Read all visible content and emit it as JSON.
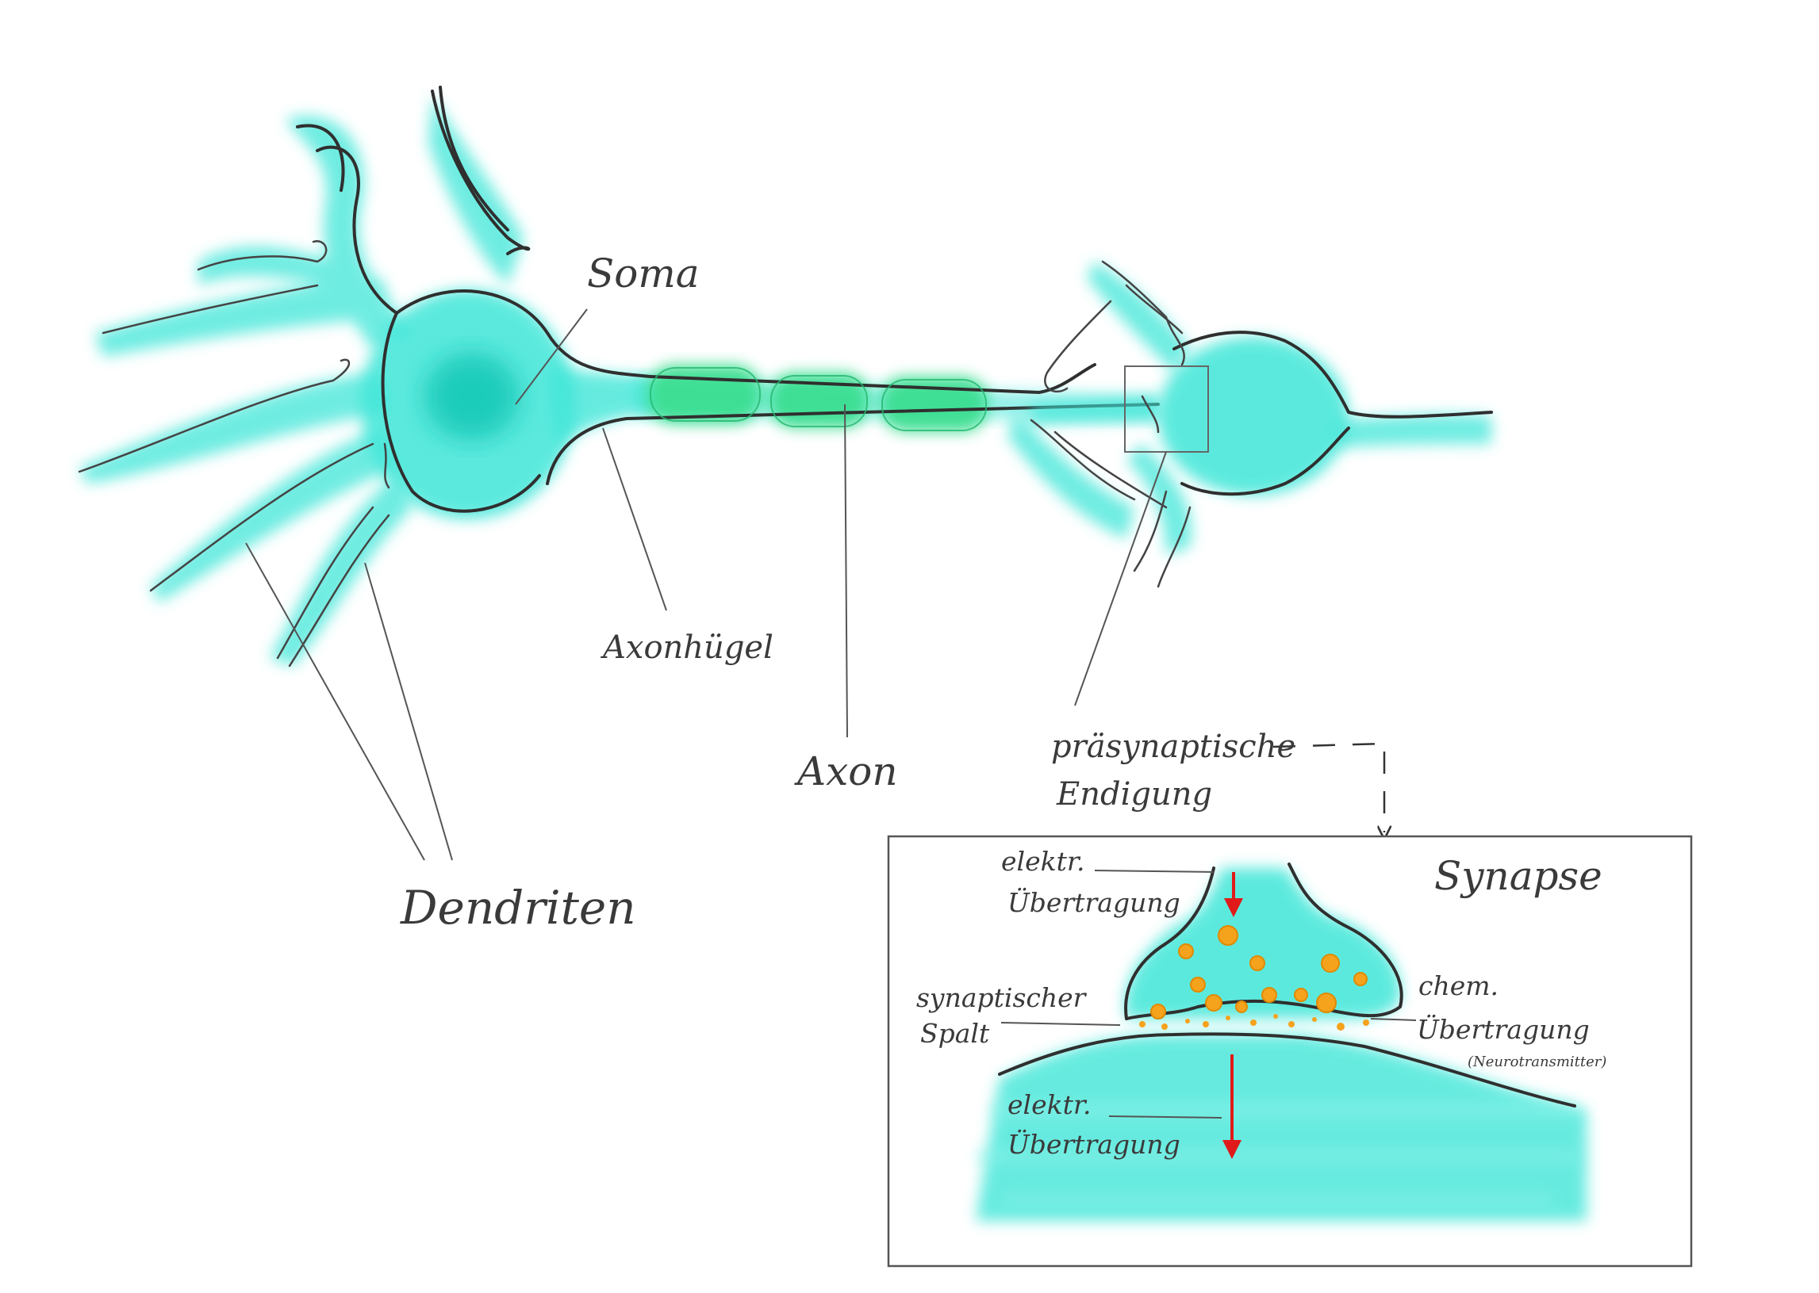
{
  "labels": {
    "soma": "Soma",
    "axonhuegel": "Axonhügel",
    "axon": "Axon",
    "dendriten": "Dendriten",
    "praesynaptische_line1": "präsynaptische",
    "praesynaptische_line2": "Endigung",
    "synapse_title": "Synapse",
    "elektr_top_line1": "elektr.",
    "elektr_top_line2": "Übertragung",
    "spalt_line1": "synaptischer",
    "spalt_line2": "Spalt",
    "chem_line1": "chem.",
    "chem_line2": "Übertragung",
    "chem_note": "(Neurotransmitter)",
    "elektr_bottom_line1": "elektr.",
    "elektr_bottom_line2": "Übertragung"
  },
  "colors": {
    "cell_fill": "#3fe6d8",
    "cell_core": "#14c9b8",
    "myelin": "#35dd8c",
    "vesicle": "#f5a21c",
    "arrow": "#e01a1a",
    "outline": "#2f2f2f",
    "text": "#3a3a3a"
  }
}
